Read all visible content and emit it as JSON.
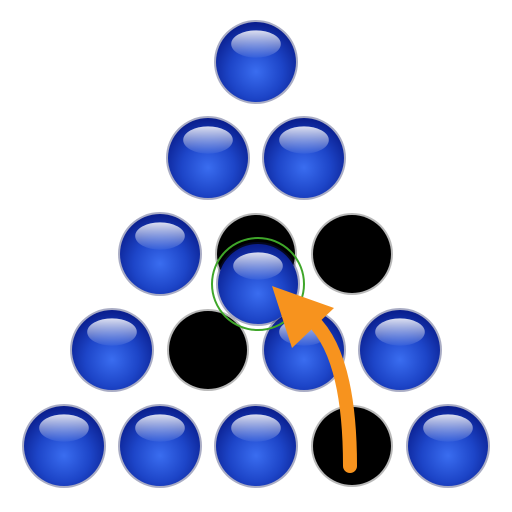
{
  "game": {
    "type": "peg-solitaire-triangle",
    "rows": 5,
    "colors": {
      "peg_dark": "#0a1f8f",
      "peg_mid": "#1f4fd6",
      "peg_light": "#6a9bff",
      "hole": "#000000",
      "hole_rim": "#8a8a8a",
      "selection_ring": "#3fa62a",
      "move_arrow": "#f7931e"
    },
    "board": [
      [
        "peg"
      ],
      [
        "peg",
        "peg"
      ],
      [
        "peg",
        "hole",
        "hole"
      ],
      [
        "peg",
        "hole",
        "peg",
        "peg"
      ],
      [
        "peg",
        "peg",
        "peg",
        "hole",
        "peg"
      ]
    ],
    "selected_peg": {
      "row": 2,
      "col": 1
    },
    "move": {
      "from": {
        "row": 4,
        "col": 3
      },
      "over": {
        "row": 3,
        "col": 2
      },
      "to": {
        "row": 2,
        "col": 1
      },
      "icon": "curved-arrow-icon"
    }
  }
}
